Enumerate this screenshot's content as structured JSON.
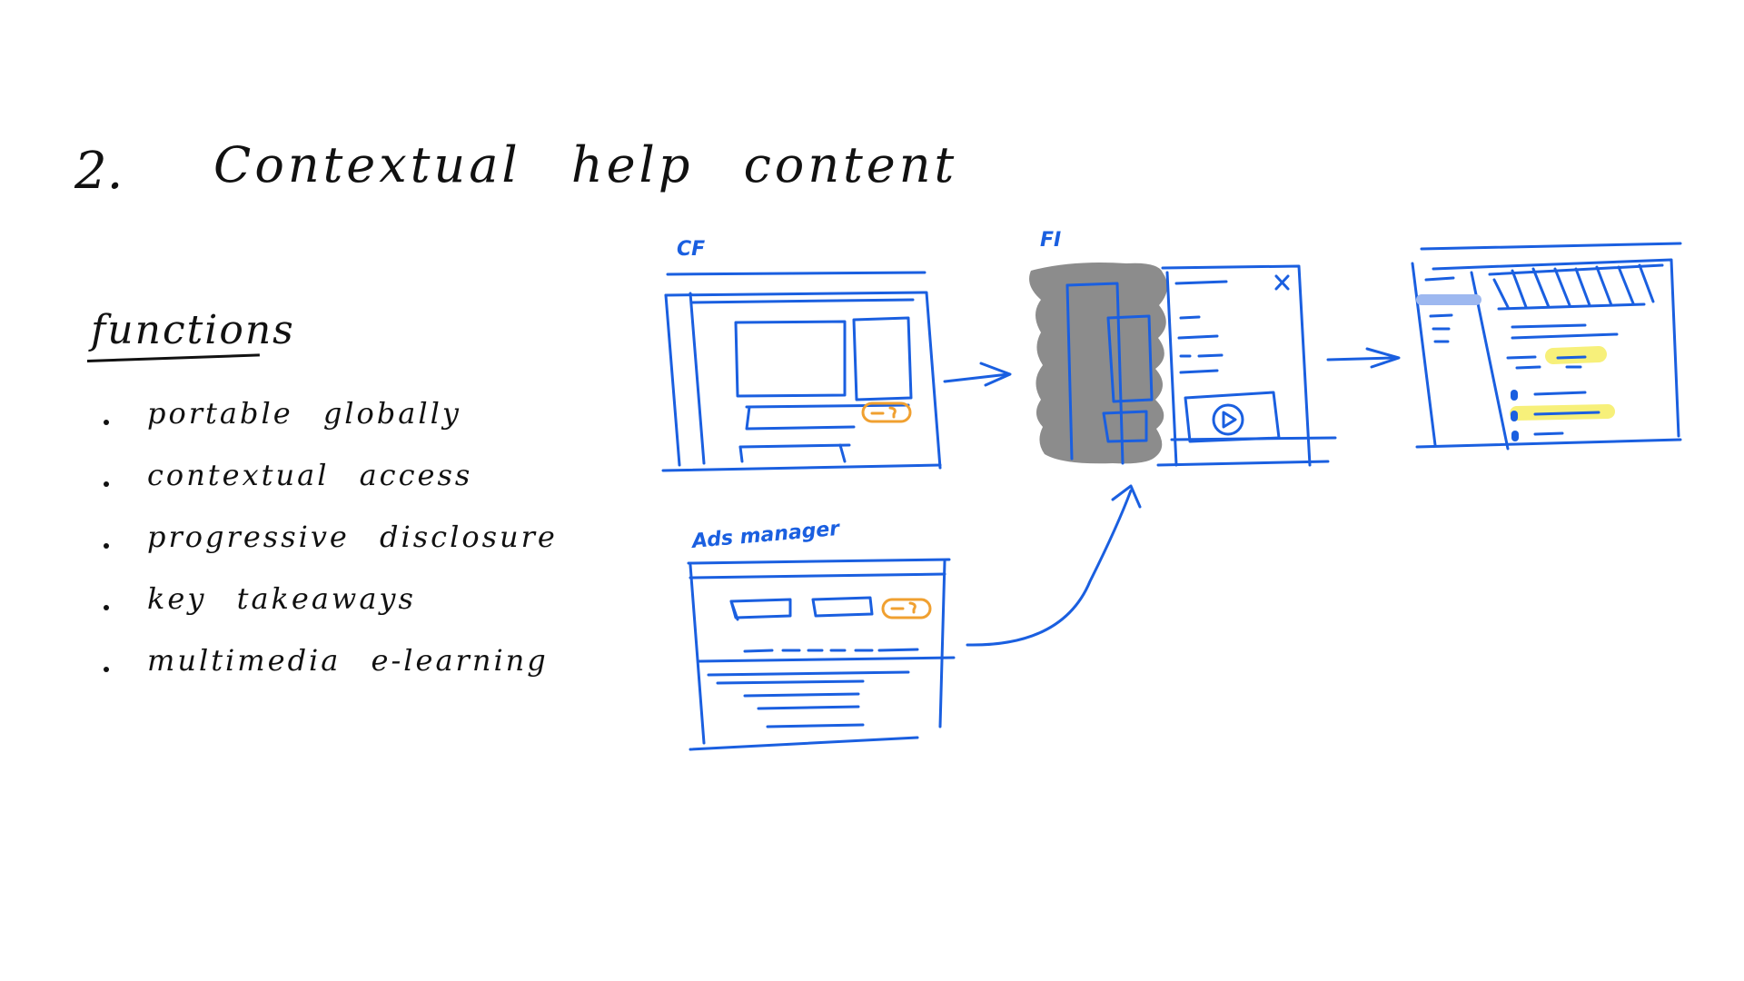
{
  "heading": {
    "number": "2.",
    "title": "Contextual help content"
  },
  "functions": {
    "title": "functions",
    "items": [
      "portable globally",
      "contextual access",
      "progressive disclosure",
      "key takeaways",
      "multimedia e-learning"
    ]
  },
  "sketches": {
    "cf_label": "CF",
    "fi_label": "FI",
    "ads_label": "Ads manager"
  },
  "colors": {
    "ink": "#111111",
    "blue": "#1a5fe0",
    "orange": "#f0a030",
    "gray_fill": "#8c8c8c",
    "highlight_yellow": "#f7f07a",
    "highlight_blue": "#9db8f0"
  },
  "icons": [
    "help-pill-icon",
    "play-icon",
    "close-icon",
    "arrow-icon"
  ]
}
